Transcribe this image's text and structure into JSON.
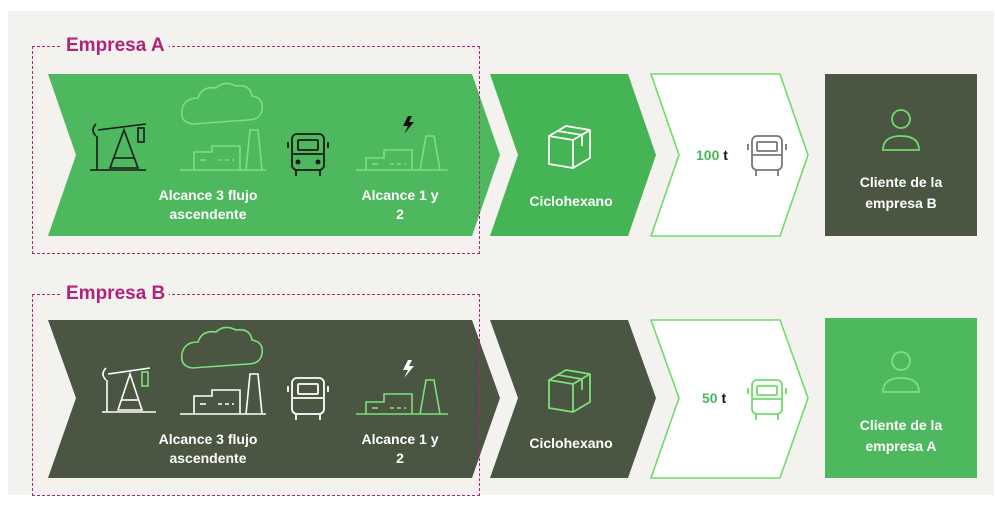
{
  "colors": {
    "green": "#4db85e",
    "green_mid": "#44b454",
    "dark": "#4a5642",
    "magenta": "#b0237a",
    "background": "#f3f2ee",
    "outline_green": "#6edc6a"
  },
  "rows": [
    {
      "company": "Empresa A",
      "upstream_label": "Alcance 3 flujo ascendente",
      "scope_label": "Alcance 1 y 2",
      "product_label": "Ciclohexano",
      "quantity": "100",
      "unit": "t",
      "customer_label": "Cliente de la empresa B",
      "icons": [
        "oil-pump-icon",
        "factory-icon",
        "bus-icon",
        "lightning-factory-icon",
        "box-icon",
        "bus-icon",
        "person-icon"
      ]
    },
    {
      "company": "Empresa B",
      "upstream_label": "Alcance 3 flujo ascendente",
      "scope_label": "Alcance 1 y 2",
      "product_label": "Ciclohexano",
      "quantity": "50",
      "unit": "t",
      "customer_label": "Cliente de la empresa A",
      "icons": [
        "oil-pump-icon",
        "factory-icon",
        "bus-icon",
        "lightning-factory-icon",
        "box-icon",
        "bus-icon",
        "person-icon"
      ]
    }
  ]
}
